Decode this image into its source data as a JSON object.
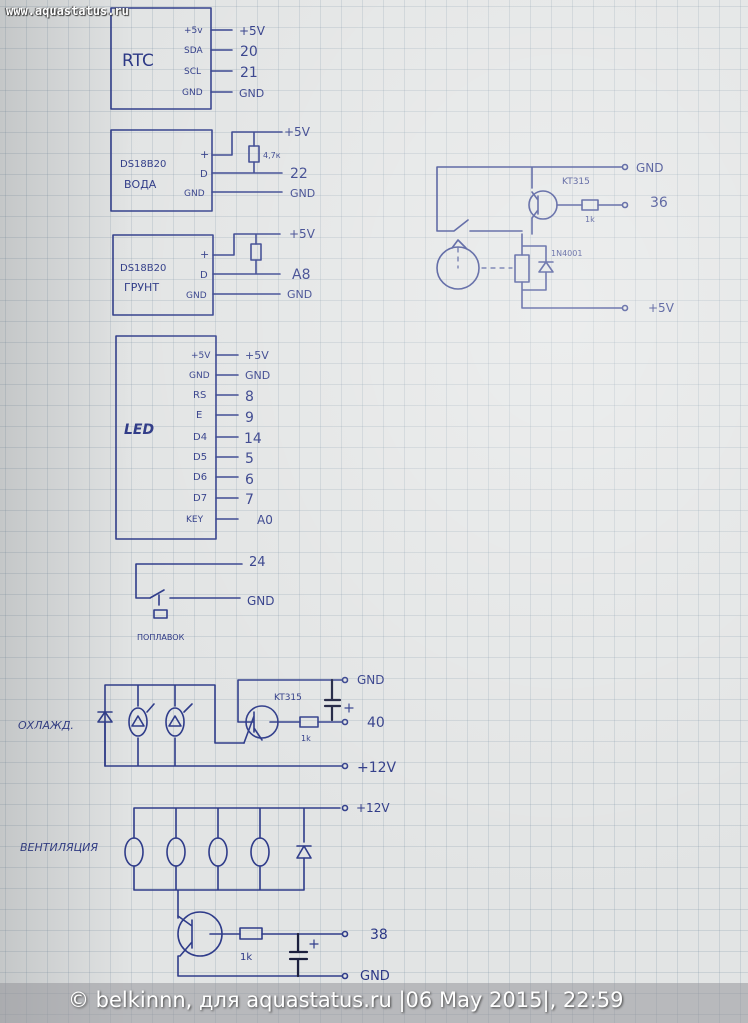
{
  "watermark": "www.aquastatus.ru",
  "footer": "© belkinnn, для aquastatus.ru |06 May 2015|, 22:59",
  "colors": {
    "ink": "#2f3c8a",
    "paper": "#e2e4e4"
  },
  "rtc": {
    "name": "RTC",
    "pins": [
      "+5v",
      "SDA",
      "SCL",
      "GND"
    ],
    "nets": [
      "+5V",
      "20",
      "21",
      "GND"
    ]
  },
  "water_sensor": {
    "name": "DS18B20",
    "subname": "ВОДА",
    "pins": [
      "+",
      "D",
      "GND"
    ],
    "resistor": "4,7к",
    "nets": [
      "+5V",
      "22",
      "GND"
    ]
  },
  "soil_sensor": {
    "name": "DS18B20",
    "subname": "ГРУНТ",
    "pins": [
      "+",
      "D",
      "GND"
    ],
    "nets": [
      "+5V",
      "A8",
      "GND"
    ]
  },
  "led": {
    "name": "LED",
    "pins": [
      "+5V",
      "GND",
      "RS",
      "E",
      "D4",
      "D5",
      "D6",
      "D7",
      "KEY"
    ],
    "nets": [
      "+5V",
      "GND",
      "8",
      "9",
      "14",
      "5",
      "6",
      "7",
      "A0"
    ]
  },
  "float": {
    "label": "ПОПЛАВОК",
    "nets": [
      "24",
      "GND"
    ]
  },
  "relay_circuit": {
    "transistor": "KT315",
    "resistor": "1k",
    "diode": "1N4001",
    "nets": [
      "GND",
      "36",
      "+5V"
    ]
  },
  "cooling": {
    "label": "ОХЛАЖД.",
    "transistor": "KT315",
    "resistor": "1k",
    "nets": [
      "GND",
      "40",
      "+12V"
    ]
  },
  "ventilation": {
    "label": "ВЕНТИЛЯЦИЯ",
    "resistor": "1k",
    "nets": [
      "+12V",
      "38",
      "GND"
    ]
  }
}
